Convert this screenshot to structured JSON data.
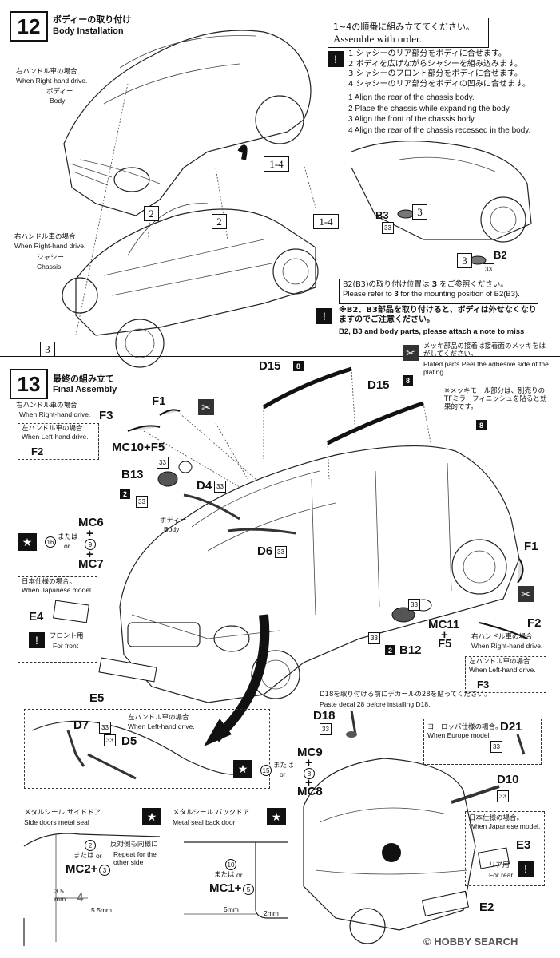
{
  "step12": {
    "number": "12",
    "title_jp": "ボディーの取り付け",
    "title_en": "Body Installation",
    "rhd_jp": "右ハンドル車の場合",
    "rhd_en": "When Right-hand drive.",
    "body_jp": "ボディー",
    "body_en": "Body",
    "rhd2_jp": "右ハンドル車の場合",
    "rhd2_en": "When Right-hand drive.",
    "chassis_jp": "シャシー",
    "chassis_en": "Chassis",
    "order_jp": "1~4の順番に組み立ててください。",
    "order_en": "Assemble with order.",
    "steps_jp": [
      "シャシーのリア部分をボディに合せます。",
      "ボディを広げながらシャシーを組み込みます。",
      "シャシーのフロント部分をボディに合せます。",
      "シャシーのリア部分をボディの凹みに合せます。"
    ],
    "steps_en": [
      "Align the rear of the chassis body.",
      "Place the chassis while expanding the body.",
      "Align the front of the chassis body.",
      "Align the rear of the chassis recessed in the body."
    ],
    "step_nums": [
      "1",
      "2",
      "3",
      "4"
    ],
    "callout_14": "1-4",
    "callout_2": "2",
    "callout_3": "3",
    "b3": "B3",
    "b2": "B2",
    "n33": "33",
    "b2b3_jp_a": "B2(B3)の取り付け位置は",
    "b2b3_jp_b": "をご参照ください。",
    "b2b3_en_a": "Please refer to",
    "b2b3_en_b": "for the mounting position of B2(B3).",
    "note_jp": "※B2、B3部品を取り付けると、ボディは外せなくなりますのでご注意ください。",
    "note_en": "B2, B3 and body parts, please attach a note to miss"
  },
  "step13": {
    "number": "13",
    "title_jp": "最終の組み立て",
    "title_en": "Final Assembly",
    "rhd_jp": "右ハンドル車の場合",
    "rhd_en": "When Right-hand drive.",
    "lhd_jp": "左ハンドル車の場合",
    "lhd_en": "When Left-hand drive.",
    "plated_jp": "メッキ部品の接着は接着面のメッキをはがしてください。",
    "plated_en": "Plated parts Peel the adhesive side of the plating.",
    "molding_jp": "※メッキモール部分は、別売りのTFミラーフィニッシュを貼ると効果的です。",
    "parts": {
      "d15a": "D15",
      "d15b": "D15",
      "n8": "8",
      "f1": "F1",
      "f3": "F3",
      "f2": "F2",
      "mc10f5": "MC10+F5",
      "b13": "B13",
      "d4": "D4",
      "n2": "2",
      "mc6": "MC6",
      "plus": "+",
      "mc7": "MC7",
      "n9": "9",
      "n16": "16",
      "or_jp": "または",
      "or_en": "or",
      "d6": "D6",
      "f1b": "F1",
      "mc11": "MC11",
      "f5": "F5",
      "b12": "B12",
      "f2b": "F2",
      "f3b": "F3",
      "e4": "E4",
      "e5": "E5",
      "d7": "D7",
      "d5": "D5",
      "d18": "D18",
      "d21": "D21",
      "mc9": "MC9",
      "mc8": "MC8",
      "n15": "15",
      "d10": "D10",
      "e3": "E3",
      "e2": "E2",
      "mc2": "MC2+",
      "n3": "3",
      "mc1": "MC1+",
      "n5": "5",
      "n10": "10",
      "n2c": "2"
    },
    "body_jp": "ボディー",
    "body_en": "Body",
    "japan_jp": "日本仕様の場合。",
    "japan_en": "When Japanese model.",
    "front_jp": "フロント用",
    "front_en": "For front",
    "rear_jp": "リア用",
    "rear_en": "For rear",
    "europe_jp": "ヨーロッパ仕様の場合。",
    "europe_en": "When Europe model.",
    "decal_jp": "D18を取り付ける前にデカールの",
    "decal_jp2": "を貼ってください。",
    "decal_en": "Paste decal 28 before installing D18.",
    "decal_num": "28",
    "side_seal_jp": "メタルシール サイドドア",
    "side_seal_en": "Side doors metal seal",
    "back_seal_jp": "メタルシール バックドア",
    "back_seal_en": "Metal seal back door",
    "repeat_jp": "反対側も同様に",
    "repeat_en": "Repeat for the other side",
    "dim_35": "3.5 mm",
    "dim_55": "5.5mm",
    "dim_5": "5mm",
    "dim_2": "2mm",
    "n4": "4"
  },
  "footer": {
    "logo": "HOBBY SEARCH",
    "copyright": "©"
  },
  "colors": {
    "ink": "#111111",
    "line": "#444444"
  }
}
